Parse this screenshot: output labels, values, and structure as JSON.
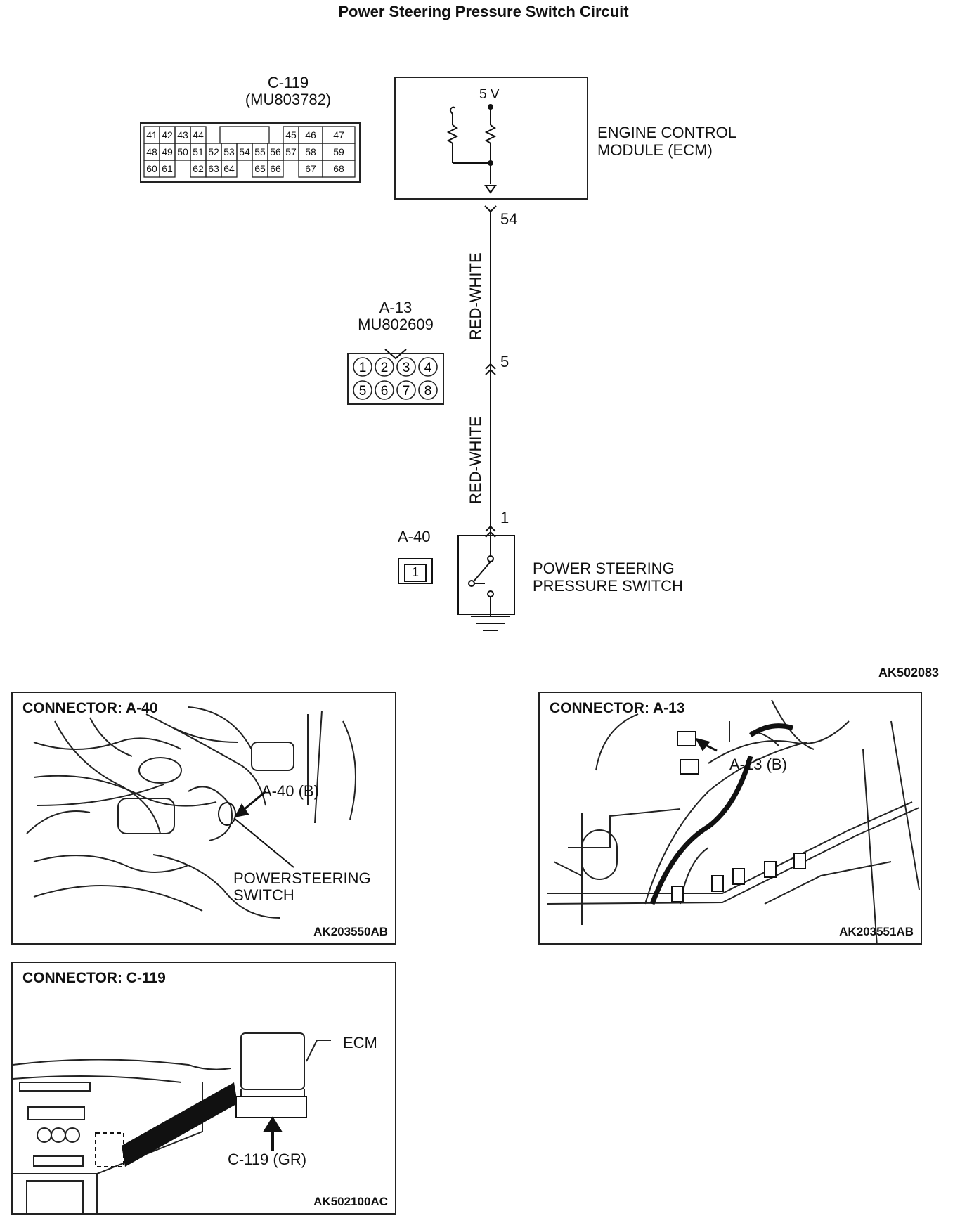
{
  "title": "Power Steering Pressure Switch Circuit",
  "diagram_code": "AK502083",
  "c119": {
    "name": "C-119",
    "part": "(MU803782)",
    "rows": [
      [
        "41",
        "42",
        "43",
        "44",
        "",
        "45",
        "46",
        "47"
      ],
      [
        "48",
        "49",
        "50",
        "51",
        "52",
        "53",
        "54",
        "55",
        "56",
        "57",
        "58",
        "59"
      ],
      [
        "60",
        "61",
        "",
        "62",
        "63",
        "64",
        "",
        "65",
        "66",
        "",
        "67",
        "68"
      ]
    ]
  },
  "ecm": {
    "voltage": "5 V",
    "label_line1": "ENGINE CONTROL",
    "label_line2": "MODULE (ECM)"
  },
  "wire": {
    "pin_ecm": "54",
    "pin_mid": "5",
    "pin_switch": "1",
    "color_upper": "RED-WHITE",
    "color_lower": "RED-WHITE"
  },
  "a13": {
    "name": "A-13",
    "part": "MU802609",
    "pins": [
      "1",
      "2",
      "3",
      "4",
      "5",
      "6",
      "7",
      "8"
    ]
  },
  "a40": {
    "name": "A-40",
    "pin": "1"
  },
  "switch": {
    "label_line1": "POWER STEERING",
    "label_line2": "PRESSURE SWITCH"
  },
  "panels": {
    "a40": {
      "title": "CONNECTOR: A-40",
      "callout": "A-40 (B)",
      "part_line1": "POWERSTEERING",
      "part_line2": "SWITCH",
      "code": "AK203550AB"
    },
    "a13": {
      "title": "CONNECTOR: A-13",
      "callout": "A-13 (B)",
      "code": "AK203551AB"
    },
    "c119": {
      "title": "CONNECTOR: C-119",
      "ecm_label": "ECM",
      "callout": "C-119 (GR)",
      "code": "AK502100AC"
    }
  }
}
